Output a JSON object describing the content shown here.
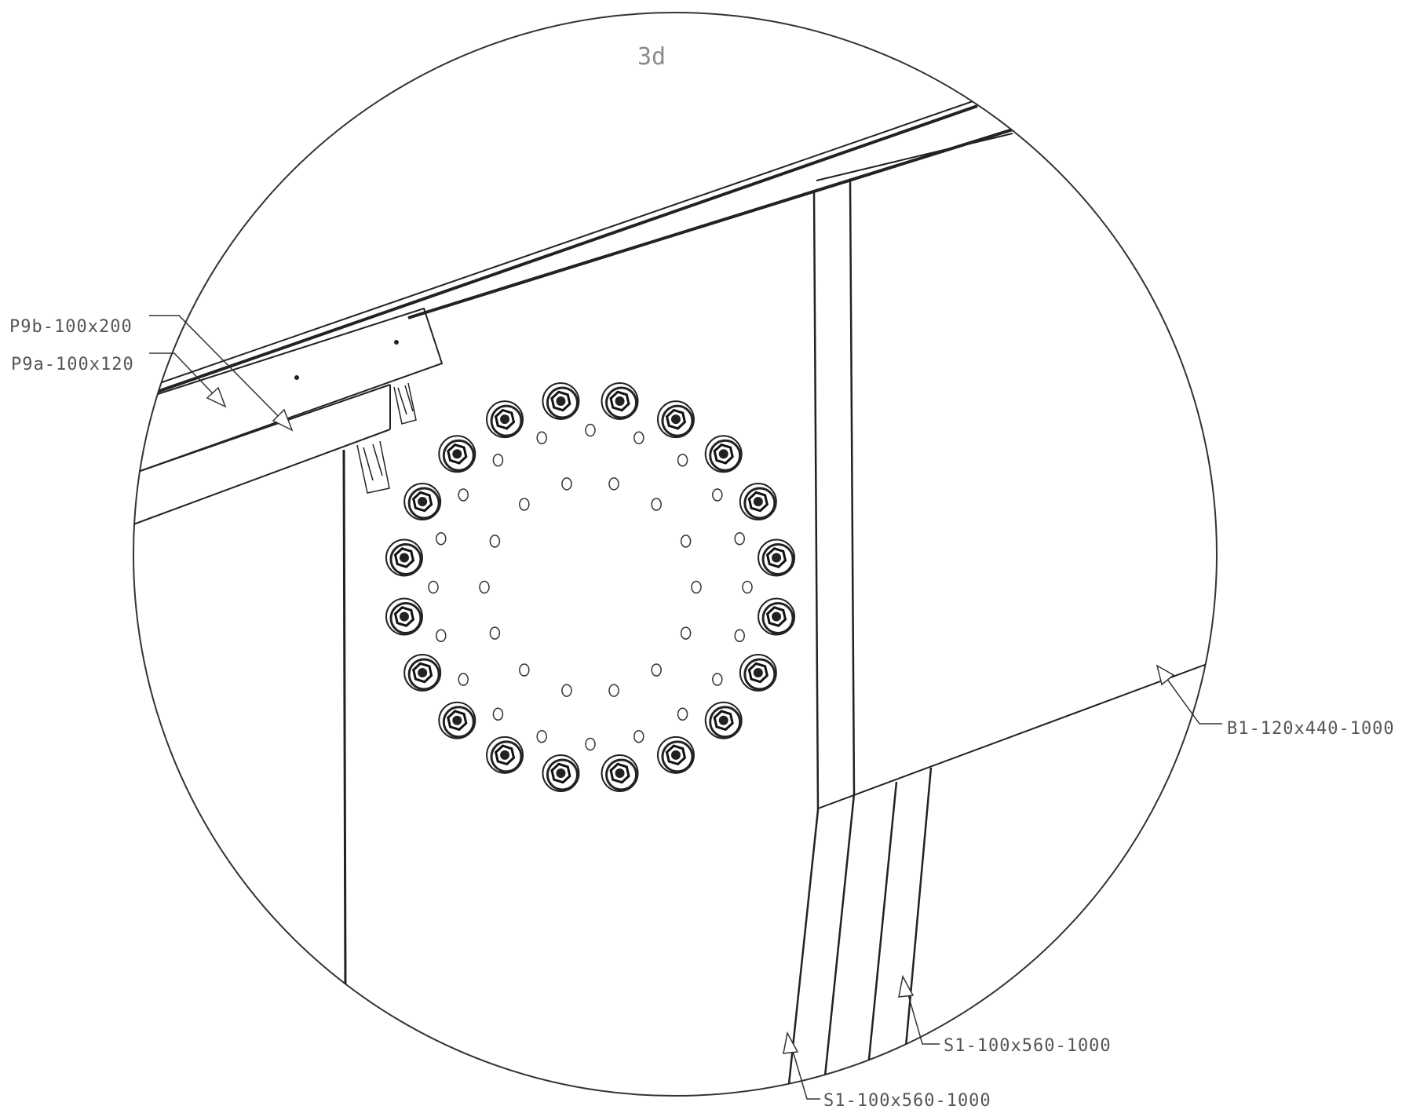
{
  "drawing": {
    "detail_title": "3d",
    "callouts": {
      "p9b": "P9b-100x200",
      "p9a": "P9a-100x120",
      "b1": "B1-120x440-1000",
      "s1_upper": "S1-100x560-1000",
      "s1_lower": "S1-100x560-1000"
    },
    "bolt_pattern": {
      "outer_bolt_count": 20,
      "inner_hole_rings": 2
    }
  }
}
